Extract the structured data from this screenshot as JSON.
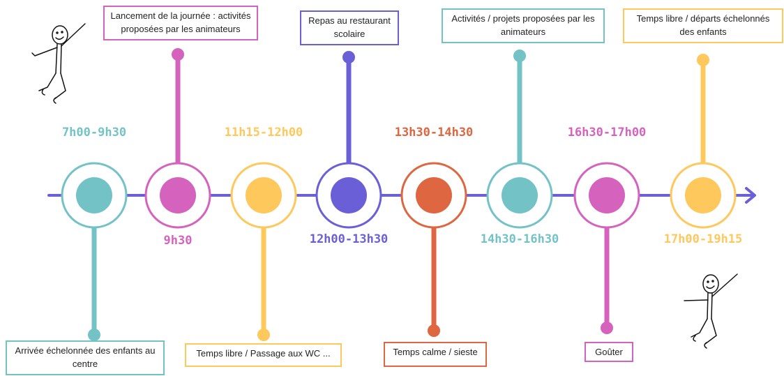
{
  "colors": {
    "teal": "#73c3c6",
    "pink": "#d563be",
    "yellow": "#fec85c",
    "purple": "#6a5fd6",
    "orange": "#de6640",
    "axis": "#6a5fd6"
  },
  "events": [
    {
      "time": "7h00-9h30",
      "label": "Arrivée échelonnée des enfants au centre",
      "color": "teal"
    },
    {
      "time": "9h30",
      "label": "Lancement de la journée : activités proposées par les animateurs",
      "color": "pink"
    },
    {
      "time": "11h15-12h00",
      "label": "Temps libre / Passage aux WC ...",
      "color": "yellow"
    },
    {
      "time": "12h00-13h30",
      "label": "Repas au restaurant scolaire",
      "color": "purple"
    },
    {
      "time": "13h30-14h30",
      "label": "Temps calme / sieste",
      "color": "orange"
    },
    {
      "time": "14h30-16h30",
      "label": "Activités / projets proposées par les animateurs",
      "color": "teal"
    },
    {
      "time": "16h30-17h00",
      "label": "Goûter",
      "color": "pink"
    },
    {
      "time": "17h00-19h15",
      "label": "Temps libre / départs échelonnés des enfants",
      "color": "yellow"
    }
  ],
  "decorations": [
    "stick-figure-icon",
    "stick-figure-icon"
  ]
}
